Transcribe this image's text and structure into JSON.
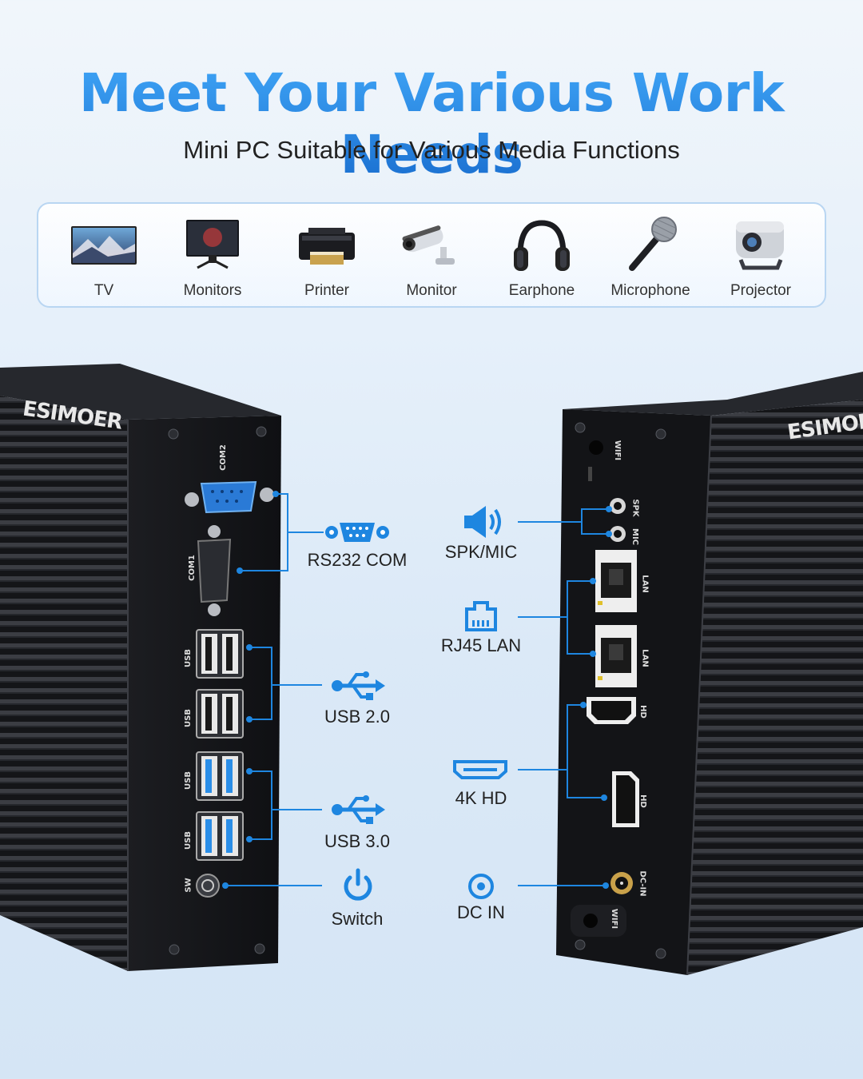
{
  "header": {
    "title": "Meet Your Various Work Needs",
    "subtitle": "Mini PC Suitable for Various Media Functions"
  },
  "devices": [
    {
      "label": "TV",
      "icon": "tv-icon"
    },
    {
      "label": "Monitors",
      "icon": "monitor-display-icon"
    },
    {
      "label": "Printer",
      "icon": "printer-icon"
    },
    {
      "label": "Monitor",
      "icon": "security-camera-icon"
    },
    {
      "label": "Earphone",
      "icon": "headphones-icon"
    },
    {
      "label": "Microphone",
      "icon": "microphone-icon"
    },
    {
      "label": "Projector",
      "icon": "projector-icon"
    }
  ],
  "left_pc": {
    "brand": "ESIMOER",
    "port_labels": {
      "com2": "COM2",
      "com1": "COM1",
      "usb": "USB",
      "sw": "SW"
    }
  },
  "right_pc": {
    "brand": "ESIMOER",
    "port_labels": {
      "wifi": "WIFI",
      "spk": "SPK",
      "mic": "MIC",
      "lan": "LAN",
      "hd": "HD",
      "dcin": "DC-IN"
    }
  },
  "features_left": [
    {
      "label": "RS232 COM",
      "icon": "serial-port-icon"
    },
    {
      "label": "USB 2.0",
      "icon": "usb-icon"
    },
    {
      "label": "USB 3.0",
      "icon": "usb-icon"
    },
    {
      "label": "Switch",
      "icon": "power-icon"
    }
  ],
  "features_right": [
    {
      "label": "SPK/MIC",
      "icon": "speaker-icon"
    },
    {
      "label": "RJ45 LAN",
      "icon": "ethernet-icon"
    },
    {
      "label": "4K HD",
      "icon": "hdmi-icon"
    },
    {
      "label": "DC IN",
      "icon": "dc-in-icon"
    }
  ],
  "colors": {
    "title_blue": "#1f78d6",
    "accent_blue": "#1e86e0",
    "chassis_dark": "#1a1c20",
    "usb3_blue": "#2a8ee8"
  }
}
